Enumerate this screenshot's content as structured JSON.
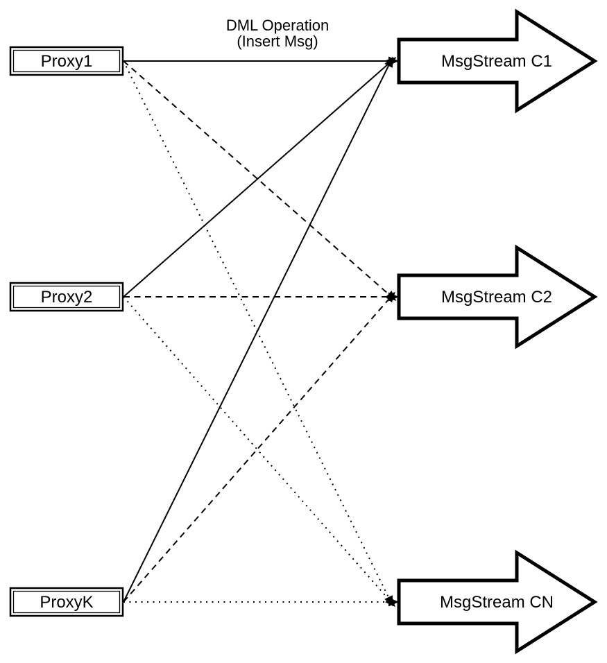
{
  "diagram": {
    "annotation": {
      "line1": "DML Operation",
      "line2": "(Insert Msg)"
    },
    "proxies": [
      {
        "label": "Proxy1"
      },
      {
        "label": "Proxy2"
      },
      {
        "label": "ProxyK"
      }
    ],
    "streams": [
      {
        "label": "MsgStream C1"
      },
      {
        "label": "MsgStream C2"
      },
      {
        "label": "MsgStream CN"
      }
    ],
    "edges": [
      {
        "from": "Proxy1",
        "to": "MsgStream C1",
        "style": "solid"
      },
      {
        "from": "Proxy2",
        "to": "MsgStream C1",
        "style": "solid"
      },
      {
        "from": "ProxyK",
        "to": "MsgStream C1",
        "style": "solid"
      },
      {
        "from": "Proxy1",
        "to": "MsgStream C2",
        "style": "dashed"
      },
      {
        "from": "Proxy2",
        "to": "MsgStream C2",
        "style": "dashed"
      },
      {
        "from": "ProxyK",
        "to": "MsgStream C2",
        "style": "dashed"
      },
      {
        "from": "Proxy1",
        "to": "MsgStream CN",
        "style": "dotted"
      },
      {
        "from": "Proxy2",
        "to": "MsgStream CN",
        "style": "dotted"
      },
      {
        "from": "ProxyK",
        "to": "MsgStream CN",
        "style": "dotted"
      }
    ],
    "colors": {
      "stroke": "#000000",
      "fill": "#ffffff",
      "background": "#ffffff"
    }
  }
}
